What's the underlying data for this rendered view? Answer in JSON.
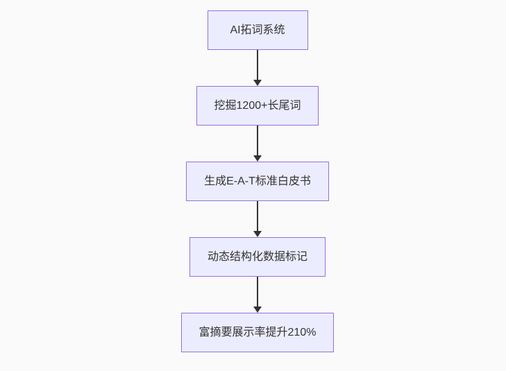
{
  "diagram": {
    "type": "flowchart",
    "direction": "top-down",
    "nodes": [
      {
        "id": "step1",
        "label": "AI拓词系统"
      },
      {
        "id": "step2",
        "label": "挖掘1200+长尾词"
      },
      {
        "id": "step3",
        "label": "生成E-A-T标准白皮书"
      },
      {
        "id": "step4",
        "label": "动态结构化数据标记"
      },
      {
        "id": "step5",
        "label": "富摘要展示率提升210%"
      }
    ],
    "edges": [
      {
        "from": "step1",
        "to": "step2"
      },
      {
        "from": "step2",
        "to": "step3"
      },
      {
        "from": "step3",
        "to": "step4"
      },
      {
        "from": "step4",
        "to": "step5"
      }
    ],
    "colors": {
      "node_fill": "#ececff",
      "node_border": "#9370db",
      "text": "#333333",
      "arrow": "#333333",
      "background": "#fafafa"
    }
  }
}
